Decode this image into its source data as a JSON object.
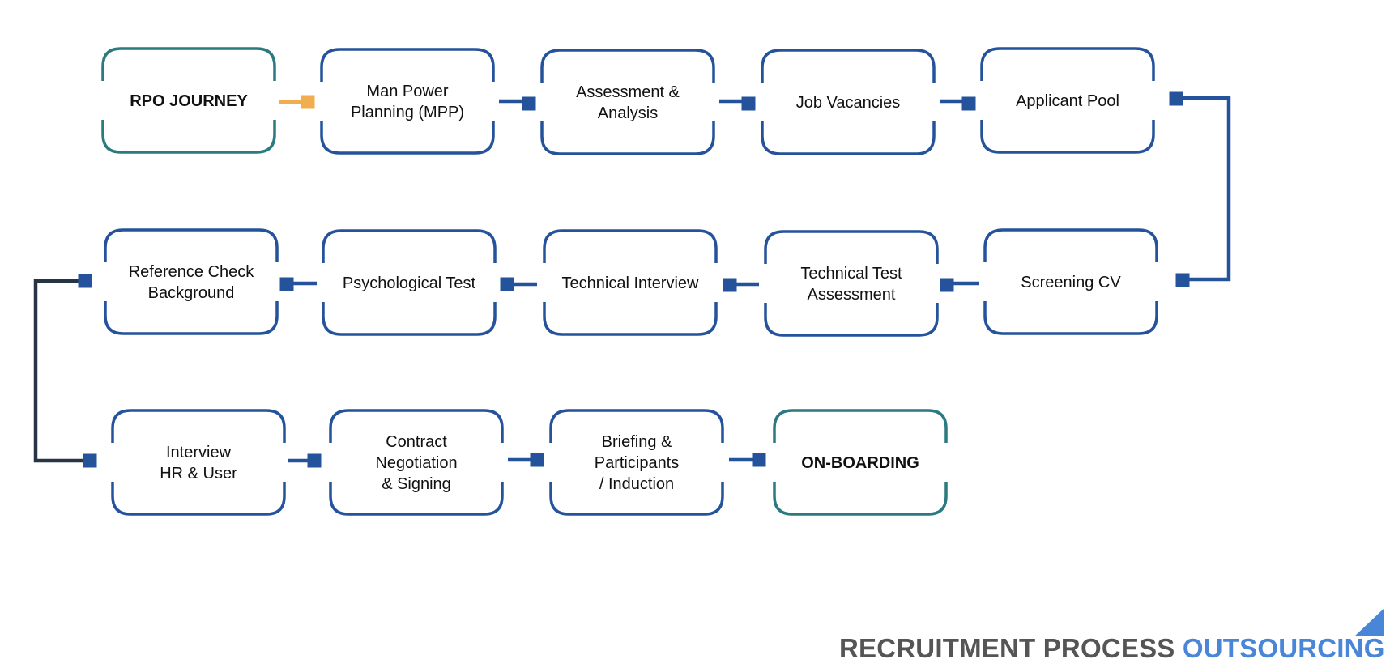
{
  "colors": {
    "step_frame": "#24539c",
    "milestone_frame": "#2a7a7f",
    "connector": "#24539c",
    "start_connector": "#f2ad4e",
    "return_line": "#263445",
    "footer_dark": "#555555",
    "footer_accent": "#4a86d8"
  },
  "steps": [
    {
      "id": "rpo-journey",
      "lines": [
        "RPO JOURNEY"
      ],
      "kind": "milestone"
    },
    {
      "id": "man-power-planning",
      "lines": [
        "Man Power",
        "Planning (MPP)"
      ],
      "kind": "step"
    },
    {
      "id": "assessment-analysis",
      "lines": [
        "Assessment &",
        "Analysis"
      ],
      "kind": "step"
    },
    {
      "id": "job-vacancies",
      "lines": [
        "Job  Vacancies"
      ],
      "kind": "step"
    },
    {
      "id": "applicant-pool",
      "lines": [
        "Applicant Pool"
      ],
      "kind": "step"
    },
    {
      "id": "screening-cv",
      "lines": [
        "Screening CV"
      ],
      "kind": "step"
    },
    {
      "id": "technical-test-assessment",
      "lines": [
        "Technical Test",
        "Assessment"
      ],
      "kind": "step"
    },
    {
      "id": "technical-interview",
      "lines": [
        "Technical Interview"
      ],
      "kind": "step"
    },
    {
      "id": "psychological-test",
      "lines": [
        "Psychological Test"
      ],
      "kind": "step"
    },
    {
      "id": "reference-check",
      "lines": [
        "Reference Check",
        "Background"
      ],
      "kind": "step"
    },
    {
      "id": "interview-hr-user",
      "lines": [
        "Interview",
        "HR & User"
      ],
      "kind": "step"
    },
    {
      "id": "contract-negotiation",
      "lines": [
        "Contract",
        "Negotiation",
        "& Signing"
      ],
      "kind": "step"
    },
    {
      "id": "briefing-induction",
      "lines": [
        "Briefing &",
        "Participants",
        "/ Induction"
      ],
      "kind": "step"
    },
    {
      "id": "on-boarding",
      "lines": [
        "ON-BOARDING"
      ],
      "kind": "milestone"
    }
  ],
  "footer": {
    "title_dark": "RECRUITMENT PROCESS",
    "title_accent": "OUTSOURCING"
  }
}
